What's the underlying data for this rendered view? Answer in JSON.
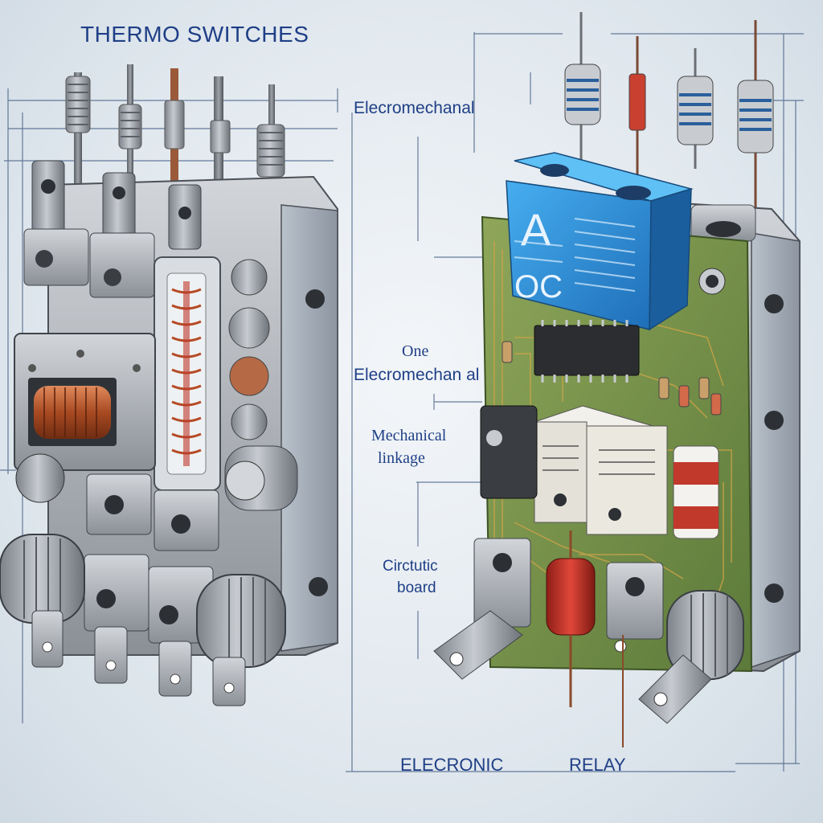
{
  "title": "THERMO SWITCHES",
  "labels": {
    "electromechanical_top": "Elecromechanal",
    "one": "One",
    "electromechanical_mid": "Elecromechan al",
    "mechanical_line1": "Mechanical",
    "mechanical_line2": "linkage",
    "circuit_line1": "Circtutic",
    "circuit_line2": "board",
    "electronic": "ELECRONIC",
    "relay": "RELAY"
  },
  "component_text": {
    "relay_big_letter": "A",
    "relay_small_letters": "OC"
  },
  "colors": {
    "label_blue": "#1f3f86",
    "relay_blue": "#2e8fd6",
    "pcb_green": "#6f8f4a",
    "metal": "#a9adb3",
    "copper": "#b5562f"
  }
}
